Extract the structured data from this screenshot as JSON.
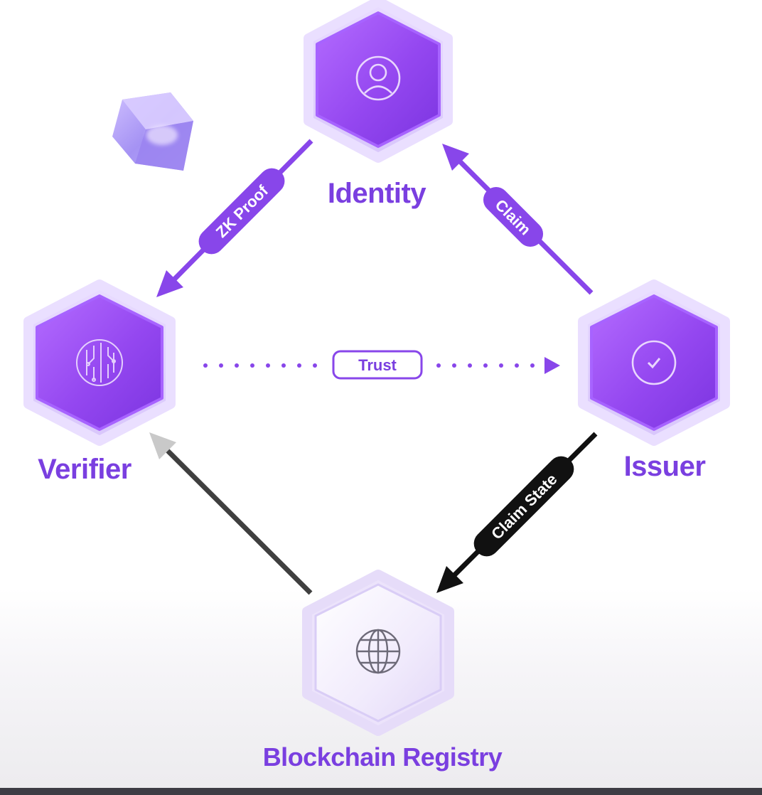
{
  "nodes": {
    "identity": {
      "label": "Identity",
      "icon": "user-circle-icon"
    },
    "verifier": {
      "label": "Verifier",
      "icon": "circuit-fingerprint-icon"
    },
    "issuer": {
      "label": "Issuer",
      "icon": "check-circle-icon"
    },
    "registry": {
      "label": "Blockchain Registry",
      "icon": "globe-icon"
    }
  },
  "edges": {
    "zk_proof": "ZK Proof",
    "claim": "Claim",
    "trust": "Trust",
    "claim_state": "Claim State"
  },
  "colors": {
    "accent": "#7a3fe0",
    "hex_purple": "#9b4df5",
    "hex_light": "#efe9fb",
    "arrow_dark": "#111111",
    "bottom_bar": "#3d3c44"
  }
}
